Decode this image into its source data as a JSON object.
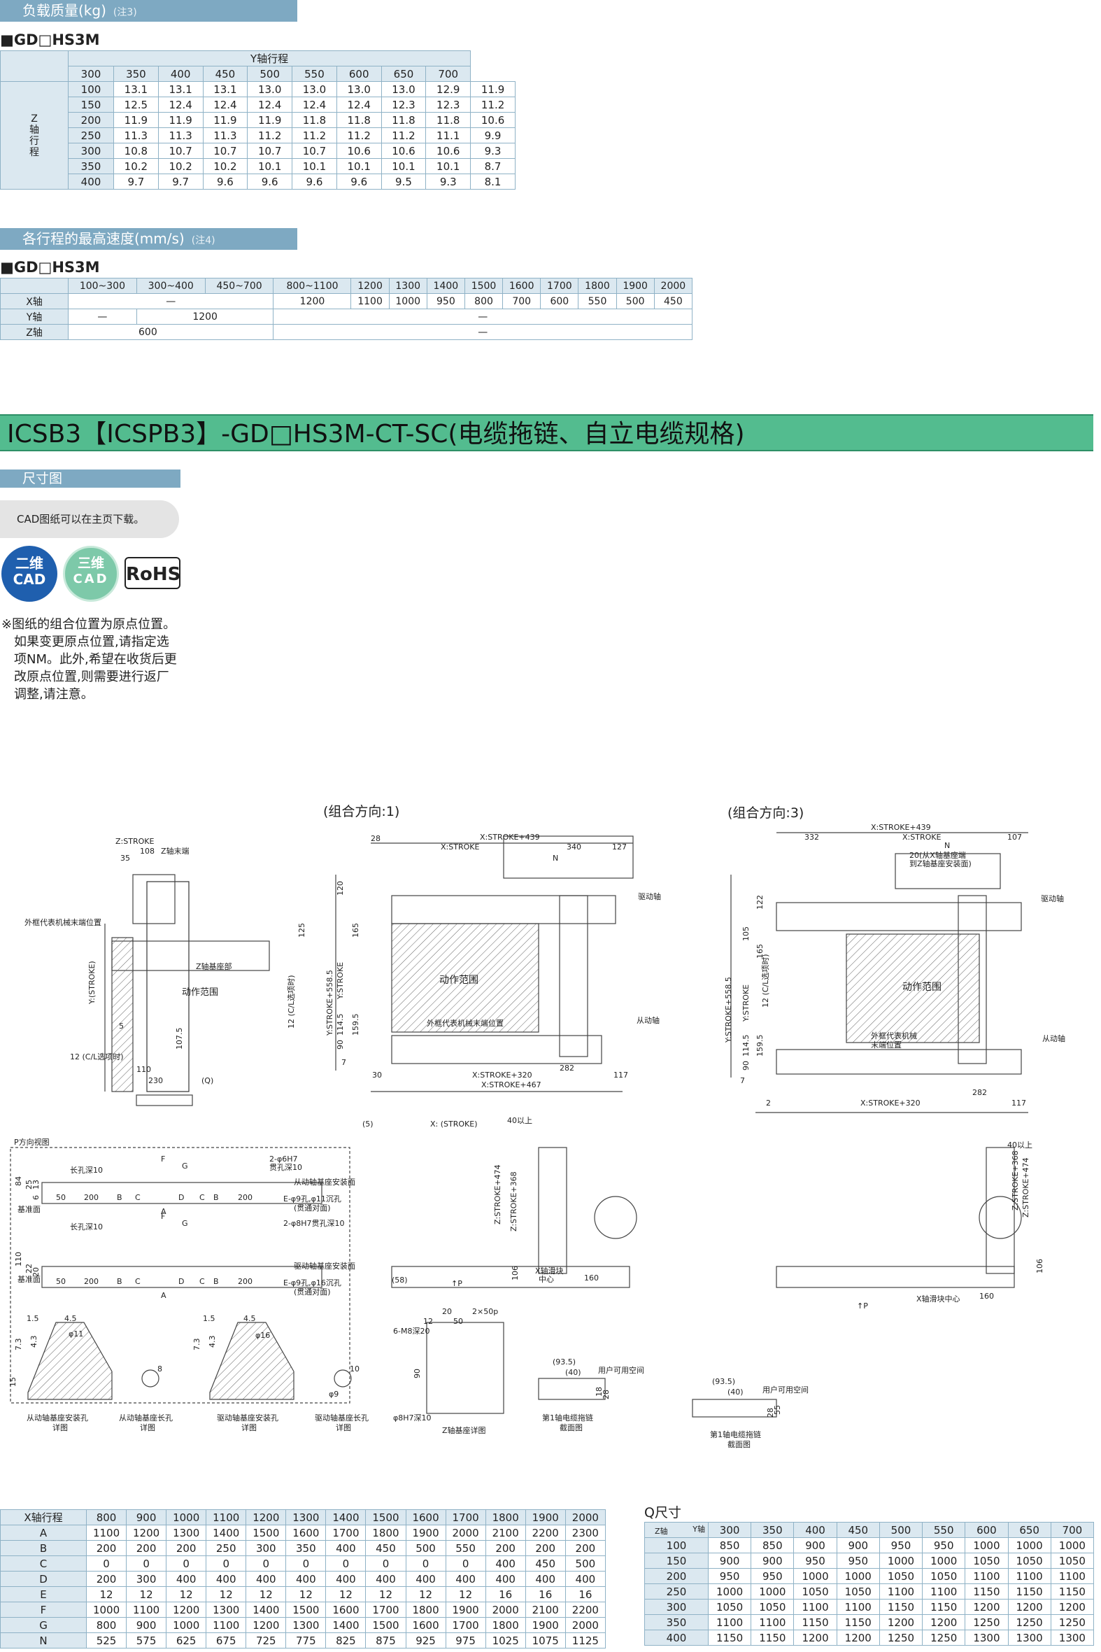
{
  "load_section": {
    "title": "负载质量(kg)",
    "note": "(注3)",
    "model": "■GD□HS3M",
    "y_header": "Y轴行程",
    "z_label": "Z轴行程",
    "columns": [
      "300",
      "350",
      "400",
      "450",
      "500",
      "550",
      "600",
      "650",
      "700"
    ],
    "rows": [
      {
        "z": "100",
        "v": [
          "13.1",
          "13.1",
          "13.1",
          "13.0",
          "13.0",
          "13.0",
          "13.0",
          "12.9",
          "11.9"
        ]
      },
      {
        "z": "150",
        "v": [
          "12.5",
          "12.4",
          "12.4",
          "12.4",
          "12.4",
          "12.4",
          "12.3",
          "12.3",
          "11.2"
        ]
      },
      {
        "z": "200",
        "v": [
          "11.9",
          "11.9",
          "11.9",
          "11.9",
          "11.8",
          "11.8",
          "11.8",
          "11.8",
          "10.6"
        ]
      },
      {
        "z": "250",
        "v": [
          "11.3",
          "11.3",
          "11.3",
          "11.2",
          "11.2",
          "11.2",
          "11.2",
          "11.1",
          "9.9"
        ]
      },
      {
        "z": "300",
        "v": [
          "10.8",
          "10.7",
          "10.7",
          "10.7",
          "10.7",
          "10.6",
          "10.6",
          "10.6",
          "9.3"
        ]
      },
      {
        "z": "350",
        "v": [
          "10.2",
          "10.2",
          "10.2",
          "10.1",
          "10.1",
          "10.1",
          "10.1",
          "10.1",
          "8.7"
        ]
      },
      {
        "z": "400",
        "v": [
          "9.7",
          "9.7",
          "9.6",
          "9.6",
          "9.6",
          "9.6",
          "9.5",
          "9.3",
          "8.1"
        ]
      }
    ]
  },
  "speed_section": {
    "title": "各行程的最高速度(mm/s)",
    "note": "(注4)",
    "model": "■GD□HS3M",
    "columns": [
      "100~300",
      "300~400",
      "450~700",
      "800~1100",
      "1200",
      "1300",
      "1400",
      "1500",
      "1600",
      "1700",
      "1800",
      "1900",
      "2000"
    ],
    "x_axis": {
      "label": "X轴",
      "span_value": "—",
      "values": [
        "1200",
        "1100",
        "1000",
        "950",
        "800",
        "700",
        "600",
        "550",
        "500",
        "450"
      ]
    },
    "y_axis": {
      "label": "Y轴",
      "v1": "—",
      "v2": "1200",
      "v3": "—"
    },
    "z_axis": {
      "label": "Z轴",
      "v1": "600",
      "v2": "—"
    }
  },
  "banner_title": "ICSB3【ICSPB3】-GD□HS3M-CT-SC(电缆拖链、自立电缆规格)",
  "dim_section": {
    "title": "尺寸图"
  },
  "cad_note": "CAD图纸可以在主页下载。",
  "badges": {
    "cad2d_top": "二维",
    "cad2d_bottom": "CAD",
    "cad3d_top": "三维",
    "cad3d_bottom": "CAD",
    "rohs": "RoHS"
  },
  "origin_note": [
    "※图纸的组合位置为原点位置。",
    "如果变更原点位置,请指定选",
    "项NM。此外,希望在收货后更",
    "改原点位置,则需要进行返厂",
    "调整,请注意。"
  ],
  "drawings": {
    "caption1": "(组合方向:1)",
    "caption3": "(组合方向:3)",
    "labels": {
      "z_stroke": "Z:STROKE",
      "z_end": "Z轴末端",
      "outer_frame": "外框代表机械末端位置",
      "y_stroke": "Y:(STROKE)",
      "z_base": "Z轴基座部",
      "motion_range": "动作范围",
      "cl_note": "12 (C/L选项时)",
      "q": "(Q)",
      "d110": "110",
      "d230": "230",
      "d35": "35",
      "d108": "108",
      "d5": "5",
      "d1075": "107.5",
      "d125": "125",
      "d12cl": "12 (C/L选项时)",
      "x_stroke439": "X:STROKE+439",
      "x_stroke": "X:STROKE",
      "n": "N",
      "d340": "340",
      "d127": "127",
      "d28": "28",
      "drive_axis": "驱动轴",
      "y_stroke5585": "Y:STROKE+558.5",
      "y_stroke2": "Y:STROKE",
      "d165": "165",
      "d120": "120",
      "d1145": "114.5",
      "d1595": "159.5",
      "d90": "90",
      "d7": "7",
      "follower_axis": "从动轴",
      "x_stroke320": "X:STROKE+320",
      "x_stroke467": "X:STROKE+467",
      "d30": "30",
      "d282": "282",
      "d117": "117",
      "d332": "332",
      "d107": "107",
      "d2": "2",
      "d105": "105",
      "d122": "122",
      "base_note1": "20(从X轴基座端",
      "base_note2": "到Z轴基座安装面)",
      "outer_frame3a": "外框代表机械",
      "outer_frame3b": "末端位置",
      "p_view": "P方向视图",
      "f": "F",
      "g": "G",
      "hole1": "2-φ6H7",
      "hole1b": "贯孔深10",
      "slot": "长孔深10",
      "follower_base": "从动轴基座安装面",
      "e_hole": "E-φ9孔,φ11沉孔",
      "e_hole_b": "(贯通对面)",
      "base_plane": "基准面",
      "drive_base": "驱动轴基座安装面",
      "e_hole2": "E-φ9孔,φ16沉孔",
      "d84": "84",
      "d6": "6",
      "d25": "25",
      "d13": "13",
      "d200": "200",
      "b": "B",
      "c": "C",
      "d": "D",
      "a": "A",
      "d110b": "110",
      "d22": "22",
      "d50": "50",
      "d20": "20",
      "hole2": "2-φ8H7贯孔深10",
      "x_strokep": "X: (STROKE)",
      "d40": "40以上",
      "z_stroke474": "Z:STROKE+474",
      "z_stroke368": "Z:STROKE+368",
      "d106": "106",
      "x_slider": "X轴滑块",
      "x_slider_b": "中心",
      "d160": "160",
      "d58": "(58)",
      "d5p": "(5)",
      "p_arrow": "↑P",
      "x_slider_center": "X轴滑块中心",
      "det1": "从动轴基座安装孔",
      "det1b": "详图",
      "det2": "从动轴基座长孔",
      "det2b": "详图",
      "det3": "驱动轴基座安装孔",
      "det3b": "详图",
      "det4": "驱动轴基座长孔",
      "det4b": "详图",
      "det5": "Z轴基座详图",
      "det6": "第1轴电缆拖链",
      "det6b": "截面图",
      "det7": "第1轴电缆拖链",
      "det7b": "截面图",
      "phi11": "φ11",
      "phi16": "φ16",
      "d15": "1.5",
      "d45": "4.5",
      "d73": "7.3",
      "d43": "4.3",
      "d15b": "15",
      "d8": "8",
      "d10": "10",
      "d9": "φ9",
      "d2x50": "2×50p",
      "m8": "6-M8深20",
      "phi8": "φ8H7深10",
      "d12": "12",
      "d935": "(93.5)",
      "d40p": "(40)",
      "user_space": "用户可用空间",
      "d28b": "28",
      "d55": "55",
      "d18": "18"
    }
  },
  "x_table": {
    "header": "X轴行程",
    "columns": [
      "800",
      "900",
      "1000",
      "1100",
      "1200",
      "1300",
      "1400",
      "1500",
      "1600",
      "1700",
      "1800",
      "1900",
      "2000"
    ],
    "rows": [
      {
        "k": "A",
        "v": [
          "1100",
          "1200",
          "1300",
          "1400",
          "1500",
          "1600",
          "1700",
          "1800",
          "1900",
          "2000",
          "2100",
          "2200",
          "2300"
        ]
      },
      {
        "k": "B",
        "v": [
          "200",
          "200",
          "200",
          "250",
          "300",
          "350",
          "400",
          "450",
          "500",
          "550",
          "200",
          "200",
          "200"
        ]
      },
      {
        "k": "C",
        "v": [
          "0",
          "0",
          "0",
          "0",
          "0",
          "0",
          "0",
          "0",
          "0",
          "0",
          "400",
          "450",
          "500"
        ]
      },
      {
        "k": "D",
        "v": [
          "200",
          "300",
          "400",
          "400",
          "400",
          "400",
          "400",
          "400",
          "400",
          "400",
          "400",
          "400",
          "400"
        ]
      },
      {
        "k": "E",
        "v": [
          "12",
          "12",
          "12",
          "12",
          "12",
          "12",
          "12",
          "12",
          "12",
          "12",
          "16",
          "16",
          "16"
        ]
      },
      {
        "k": "F",
        "v": [
          "1000",
          "1100",
          "1200",
          "1300",
          "1400",
          "1500",
          "1600",
          "1700",
          "1800",
          "1900",
          "2000",
          "2100",
          "2200"
        ]
      },
      {
        "k": "G",
        "v": [
          "800",
          "900",
          "1000",
          "1100",
          "1200",
          "1300",
          "1400",
          "1500",
          "1600",
          "1700",
          "1800",
          "1900",
          "2000"
        ]
      },
      {
        "k": "N",
        "v": [
          "525",
          "575",
          "625",
          "675",
          "725",
          "775",
          "825",
          "875",
          "925",
          "975",
          "1025",
          "1075",
          "1125"
        ]
      }
    ]
  },
  "q_table": {
    "title": "Q尺寸",
    "z_label": "Z轴",
    "y_label": "Y轴",
    "columns": [
      "300",
      "350",
      "400",
      "450",
      "500",
      "550",
      "600",
      "650",
      "700"
    ],
    "rows": [
      {
        "z": "100",
        "v": [
          "850",
          "850",
          "900",
          "900",
          "950",
          "950",
          "1000",
          "1000",
          "1000"
        ]
      },
      {
        "z": "150",
        "v": [
          "900",
          "900",
          "950",
          "950",
          "1000",
          "1000",
          "1050",
          "1050",
          "1050"
        ]
      },
      {
        "z": "200",
        "v": [
          "950",
          "950",
          "1000",
          "1000",
          "1050",
          "1050",
          "1100",
          "1100",
          "1100"
        ]
      },
      {
        "z": "250",
        "v": [
          "1000",
          "1000",
          "1050",
          "1050",
          "1100",
          "1100",
          "1150",
          "1150",
          "1150"
        ]
      },
      {
        "z": "300",
        "v": [
          "1050",
          "1050",
          "1100",
          "1100",
          "1150",
          "1150",
          "1200",
          "1200",
          "1200"
        ]
      },
      {
        "z": "350",
        "v": [
          "1100",
          "1100",
          "1150",
          "1150",
          "1200",
          "1200",
          "1250",
          "1250",
          "1250"
        ]
      },
      {
        "z": "400",
        "v": [
          "1150",
          "1150",
          "1200",
          "1200",
          "1250",
          "1250",
          "1300",
          "1300",
          "1300"
        ]
      }
    ]
  }
}
